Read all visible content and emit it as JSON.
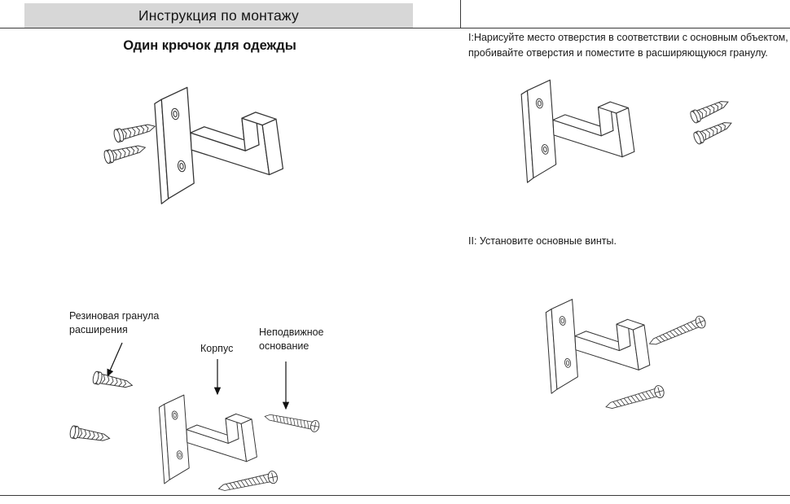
{
  "header": {
    "title": "Инструкция по монтажу",
    "bg_color": "#d7d7d7"
  },
  "left_panel": {
    "subtitle": "Один крючок для одежды",
    "part_labels": {
      "expansion_plug": "Резиновая гранула расширения",
      "body": "Корпус",
      "fixed_base": "Неподвижное основание"
    }
  },
  "right_panel": {
    "step1": "I:Нарисуйте место отверстия в соответствии с основным объектом, пробивайте отверстия и поместите в расширяющуюся гранулу.",
    "step2": "II: Установите основные винты."
  },
  "colors": {
    "line": "#333333",
    "text": "#111111",
    "header_bg": "#d7d7d7"
  },
  "icons": {
    "hook": "wall-hook-drawing",
    "wall_plug": "expansion-plug-drawing",
    "screw": "mounting-screw-drawing",
    "arrow": "pointer-arrow"
  }
}
